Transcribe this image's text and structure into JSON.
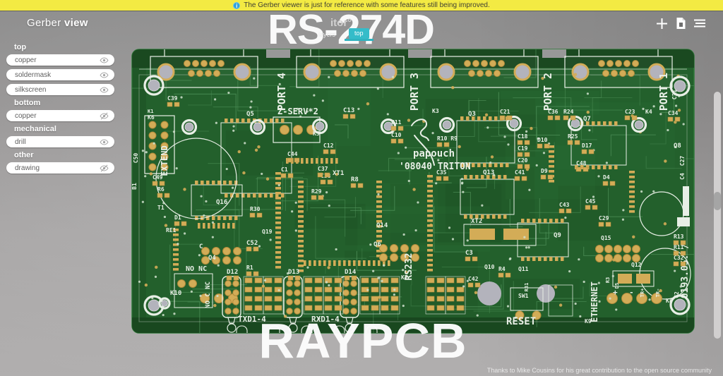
{
  "banner": {
    "text": "The Gerber viewer is just for reference with some features still being improved."
  },
  "header": {
    "title_regular": "Gerber",
    "title_bold": "view"
  },
  "toolbar": {
    "icons": [
      "plus",
      "file-report",
      "menu"
    ]
  },
  "sidebar": {
    "sections": [
      {
        "label": "top",
        "layers": [
          {
            "name": "copper",
            "visible": true
          },
          {
            "name": "soldermask",
            "visible": true
          },
          {
            "name": "silkscreen",
            "visible": true
          }
        ]
      },
      {
        "label": "bottom",
        "layers": [
          {
            "name": "copper",
            "visible": false
          }
        ]
      },
      {
        "label": "mechanical",
        "layers": [
          {
            "name": "drill",
            "visible": true
          }
        ]
      },
      {
        "label": "other",
        "layers": [
          {
            "name": "drawing",
            "visible": false
          }
        ]
      }
    ]
  },
  "viewer": {
    "partial_title": "itor°",
    "tabs": [
      {
        "label": "layers",
        "active": false
      },
      {
        "label": "top",
        "active": true
      }
    ],
    "watermark_top": "RS-274D",
    "watermark_bottom": "RAYPCB",
    "credit": "Thanks to Mike Cousins for his great contribution to the open source community"
  },
  "pcb": {
    "colors": {
      "board": "#23602c",
      "board_dark": "#19471f",
      "trace": "#4f9159",
      "silk": "#e8efe6",
      "pad": "#b08b3a",
      "pad_light": "#d3ac57",
      "hole": "#b3b3bc"
    },
    "silkscreen": [
      [
        "PORT 4",
        219,
        64,
        -90,
        15
      ],
      [
        "PORT 3",
        407,
        64,
        -90,
        15
      ],
      [
        "PORT 2",
        596,
        64,
        -90,
        15
      ],
      [
        "PORT 1",
        760,
        64,
        -90,
        15
      ],
      [
        "Z-SERV*2",
        208,
        96,
        0,
        12
      ],
      [
        "EXTEND",
        52,
        162,
        -90,
        12
      ],
      [
        "papouch",
        400,
        156,
        0,
        14
      ],
      [
        "'08040 TRITON",
        380,
        174,
        0,
        13
      ],
      [
        "RS232",
        398,
        312,
        -90,
        13
      ],
      [
        "ETHERNET",
        661,
        362,
        -90,
        12
      ],
      [
        "RESET",
        532,
        394,
        0,
        14
      ],
      [
        "TXD1-4",
        152,
        390,
        0,
        11
      ],
      [
        "RXD1-4",
        256,
        390,
        0,
        11
      ],
      [
        "NO NC",
        78,
        318,
        0,
        10
      ],
      [
        "NO C NC",
        112,
        352,
        -90,
        9
      ],
      [
        "0193.05. /",
        789,
        318,
        -90,
        13
      ],
      [
        "C39",
        52,
        76,
        0,
        8
      ],
      [
        "K1",
        24,
        94,
        0,
        7
      ],
      [
        "K6",
        24,
        103,
        0,
        8
      ],
      [
        "C50",
        10,
        158,
        -90,
        8
      ],
      [
        "Q5",
        164,
        98,
        0,
        9
      ],
      [
        "C13",
        301,
        93,
        0,
        9
      ],
      [
        "C11",
        369,
        110,
        0,
        8
      ],
      [
        "C10",
        369,
        128,
        0,
        8
      ],
      [
        "R10 R9",
        434,
        133,
        0,
        8
      ],
      [
        "C12",
        273,
        143,
        0,
        8
      ],
      [
        "C38",
        269,
        186,
        0,
        8
      ],
      [
        "C49",
        31,
        188,
        0,
        8
      ],
      [
        "B1",
        8,
        198,
        -90,
        8
      ],
      [
        "R6",
        38,
        205,
        0,
        8
      ],
      [
        "T1",
        38,
        231,
        0,
        8
      ],
      [
        "D1",
        62,
        245,
        0,
        8
      ],
      [
        "RE1",
        50,
        263,
        0,
        8
      ],
      [
        "C",
        97,
        286,
        0,
        9
      ],
      [
        "Q16",
        121,
        223,
        0,
        9
      ],
      [
        "R29",
        256,
        208,
        0,
        8
      ],
      [
        "R30",
        169,
        233,
        0,
        8
      ],
      [
        "C44",
        222,
        155,
        0,
        8
      ],
      [
        "C1",
        213,
        177,
        0,
        8
      ],
      [
        "C37",
        265,
        176,
        0,
        8
      ],
      [
        "XT1",
        286,
        182,
        0,
        9
      ],
      [
        "R8",
        312,
        191,
        0,
        9
      ],
      [
        "K5",
        258,
        126,
        0,
        8
      ],
      [
        "K3",
        427,
        94,
        0,
        8
      ],
      [
        "Q3",
        478,
        98,
        0,
        9
      ],
      [
        "C21",
        523,
        95,
        0,
        8
      ],
      [
        "C18",
        548,
        130,
        0,
        8
      ],
      [
        "C19",
        548,
        147,
        0,
        8
      ],
      [
        "C20",
        548,
        164,
        0,
        8
      ],
      [
        "C35",
        433,
        181,
        0,
        8
      ],
      [
        "Q13",
        499,
        181,
        0,
        9
      ],
      [
        "C41",
        544,
        181,
        0,
        8
      ],
      [
        "D10",
        576,
        135,
        0,
        8
      ],
      [
        "D9",
        581,
        179,
        0,
        8
      ],
      [
        "C36",
        591,
        95,
        0,
        8
      ],
      [
        "R24",
        613,
        95,
        0,
        8
      ],
      [
        "C23",
        700,
        95,
        0,
        8
      ],
      [
        "K4",
        729,
        95,
        0,
        8
      ],
      [
        "C34",
        761,
        97,
        0,
        8
      ],
      [
        "C31",
        773,
        68,
        -90,
        8
      ],
      [
        "Q7",
        641,
        105,
        0,
        9
      ],
      [
        "R25",
        619,
        130,
        0,
        8
      ],
      [
        "D17",
        639,
        143,
        0,
        8
      ],
      [
        "C48",
        631,
        168,
        0,
        8
      ],
      [
        "Q8",
        769,
        143,
        0,
        9
      ],
      [
        "C27",
        784,
        162,
        -90,
        8
      ],
      [
        "C4",
        784,
        184,
        -90,
        8
      ],
      [
        "D4",
        669,
        188,
        0,
        8
      ],
      [
        "C43",
        607,
        227,
        0,
        8
      ],
      [
        "C45",
        644,
        222,
        0,
        8
      ],
      [
        "C29",
        663,
        246,
        0,
        8
      ],
      [
        "Q15",
        666,
        274,
        0,
        8
      ],
      [
        "R13",
        769,
        272,
        0,
        8
      ],
      [
        "R11",
        769,
        287,
        0,
        8
      ],
      [
        "C32",
        769,
        302,
        0,
        8
      ],
      [
        "Q12",
        709,
        312,
        0,
        8
      ],
      [
        "R3",
        678,
        331,
        -90,
        7
      ],
      [
        "D5",
        691,
        339,
        -90,
        7
      ],
      [
        "+",
        683,
        352,
        0,
        11
      ],
      [
        "-",
        706,
        352,
        0,
        11
      ],
      [
        "TR+",
        727,
        349,
        -90,
        7
      ],
      [
        "TR-",
        749,
        349,
        -90,
        7
      ],
      [
        "K8",
        758,
        363,
        0,
        8
      ],
      [
        "C2",
        776,
        352,
        -90,
        8
      ],
      [
        "K9",
        643,
        392,
        0,
        8
      ],
      [
        "XT2",
        482,
        250,
        0,
        9
      ],
      [
        "C3",
        474,
        295,
        0,
        9
      ],
      [
        "C42",
        478,
        332,
        0,
        8
      ],
      [
        "Q10",
        501,
        315,
        0,
        8
      ],
      [
        "R4",
        521,
        318,
        0,
        8
      ],
      [
        "Q11",
        549,
        318,
        0,
        8
      ],
      [
        "R31",
        563,
        341,
        -90,
        7
      ],
      [
        "SW1",
        549,
        356,
        0,
        8
      ],
      [
        "Q9",
        599,
        270,
        0,
        9
      ],
      [
        "Q14",
        348,
        256,
        0,
        9
      ],
      [
        "Q19",
        186,
        265,
        0,
        8
      ],
      [
        "C52",
        164,
        281,
        0,
        9
      ],
      [
        "Q6",
        344,
        283,
        0,
        9
      ],
      [
        "Q4",
        110,
        302,
        0,
        9
      ],
      [
        "R1",
        164,
        316,
        0,
        8
      ],
      [
        "D12",
        136,
        322,
        0,
        9
      ],
      [
        "D13",
        223,
        322,
        0,
        9
      ],
      [
        "D14",
        303,
        322,
        0,
        9
      ],
      [
        "K7",
        383,
        330,
        0,
        8
      ],
      [
        "K10",
        56,
        352,
        0,
        9
      ],
      [
        "C52 ",
        338,
        100,
        0,
        1
      ]
    ]
  }
}
